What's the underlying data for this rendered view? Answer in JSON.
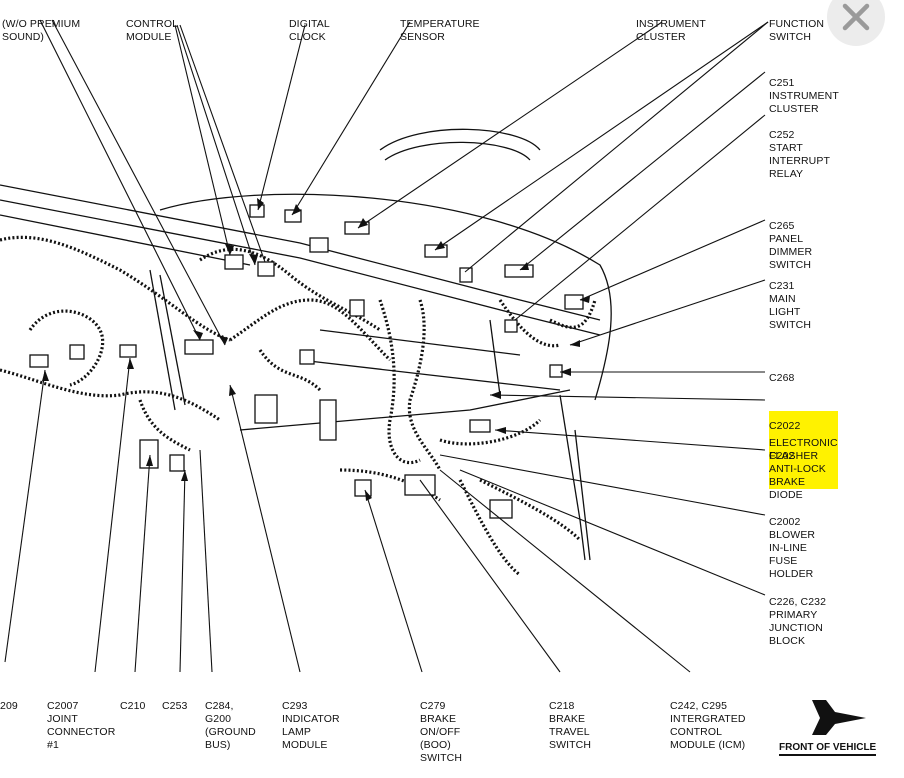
{
  "labels": {
    "top_sound": [
      "(W/O PREMIUM",
      "SOUND)"
    ],
    "top_control_module": [
      "CONTROL",
      "MODULE"
    ],
    "top_digital_clock": [
      "DIGITAL",
      "CLOCK"
    ],
    "top_temp_sensor": [
      "TEMPERATURE",
      "SENSOR"
    ],
    "top_instrument_cluster": [
      "INSTRUMENT",
      "CLUSTER"
    ],
    "top_function_switch": [
      "FUNCTION",
      "SWITCH"
    ],
    "c251": [
      "C251",
      "INSTRUMENT",
      "CLUSTER"
    ],
    "c252": [
      "C252",
      "START",
      "INTERRUPT",
      "RELAY"
    ],
    "c265": [
      "C265",
      "PANEL",
      "DIMMER",
      "SWITCH"
    ],
    "c231": [
      "C231",
      "MAIN",
      "LIGHT",
      "SWITCH"
    ],
    "c268": [
      "C268",
      "ELECTRONIC",
      "FLASHER"
    ],
    "c2022": [
      "C2022"
    ],
    "c202": [
      "C202",
      "ANTI-LOCK",
      "BRAKE",
      "DIODE"
    ],
    "c2002": [
      "C2002",
      "BLOWER",
      "IN-LINE",
      "FUSE",
      "HOLDER"
    ],
    "c226": [
      "C226, C232",
      "PRIMARY",
      "JUNCTION",
      "BLOCK"
    ],
    "c209": [
      "209"
    ],
    "c2007": [
      "C2007",
      "JOINT",
      "CONNECTOR",
      "#1"
    ],
    "c210": [
      "C210"
    ],
    "c253": [
      "C253"
    ],
    "c284": [
      "C284,",
      "G200",
      "(GROUND",
      "BUS)"
    ],
    "c293": [
      "C293",
      "INDICATOR",
      "LAMP",
      "MODULE"
    ],
    "c279": [
      "C279",
      "BRAKE",
      "ON/OFF",
      "(BOO)",
      "SWITCH"
    ],
    "c218": [
      "C218",
      "BRAKE",
      "TRAVEL",
      "SWITCH"
    ],
    "c242": [
      "C242, C295",
      "INTERGRATED",
      "CONTROL",
      "MODULE (ICM)"
    ]
  },
  "highlight_color": "#fff200",
  "front_of_vehicle": "FRONT OF VEHICLE",
  "close_icon": "close-icon"
}
